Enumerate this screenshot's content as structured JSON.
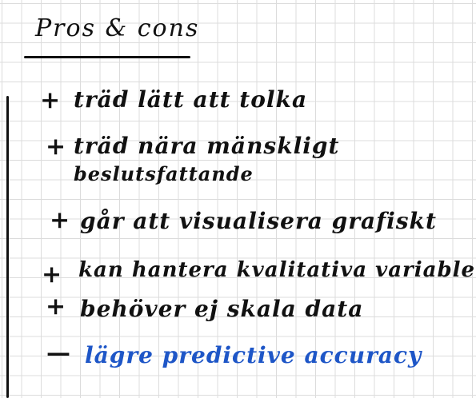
{
  "note": {
    "title": "Pros & cons",
    "items": [
      {
        "marker": "+",
        "text": "träd lätt att tolka"
      },
      {
        "marker": "+",
        "text": "träd nära mänskligt"
      },
      {
        "marker": "",
        "text": "beslutsfattande"
      },
      {
        "marker": "+",
        "text": "går att visualisera grafiskt"
      },
      {
        "marker": "+",
        "text": "kan hantera kvalitativa variabler"
      },
      {
        "marker": "+",
        "text": "behöver ej skala data"
      },
      {
        "marker": "—",
        "text": "lägre predictive accuracy"
      }
    ]
  },
  "colors": {
    "ink": "#111111",
    "blue_ink": "#1e56c7",
    "grid": "#dcdcdc",
    "paper": "#ffffff"
  }
}
